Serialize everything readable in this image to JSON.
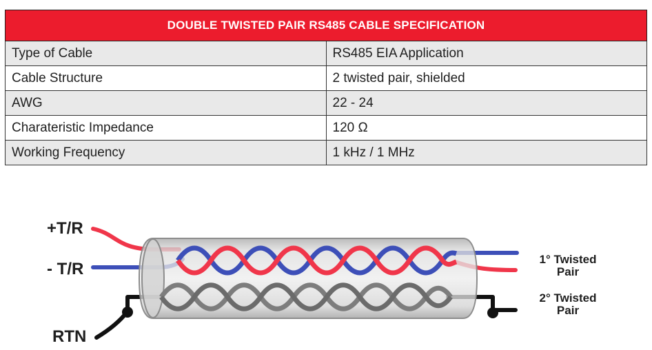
{
  "table": {
    "title": "DOUBLE TWISTED PAIR RS485 CABLE SPECIFICATION",
    "rows": [
      {
        "label": "Type of Cable",
        "value": "RS485 EIA Application"
      },
      {
        "label": "Cable Structure",
        "value": "2 twisted pair, shielded"
      },
      {
        "label": "AWG",
        "value": "22 - 24"
      },
      {
        "label": "Charateristic Impedance",
        "value": "120 Ω"
      },
      {
        "label": "Working Frequency",
        "value": "1 kHz / 1 MHz"
      }
    ]
  },
  "diagram": {
    "labels": {
      "plus_tr": "+T/R",
      "minus_tr": "- T/R",
      "rtn": "RTN",
      "pair1_line1": "1° Twisted",
      "pair1_line2": "Pair",
      "pair2_line1": "2° Twisted",
      "pair2_line2": "Pair"
    },
    "colors": {
      "header_bg": "#ec1c2d",
      "wire_red": "#f0364a",
      "wire_blue": "#3d4fb8",
      "wire_gray": "#7a7a7a",
      "wire_black": "#111111",
      "cable_jacket": "#b8b8b8"
    }
  }
}
